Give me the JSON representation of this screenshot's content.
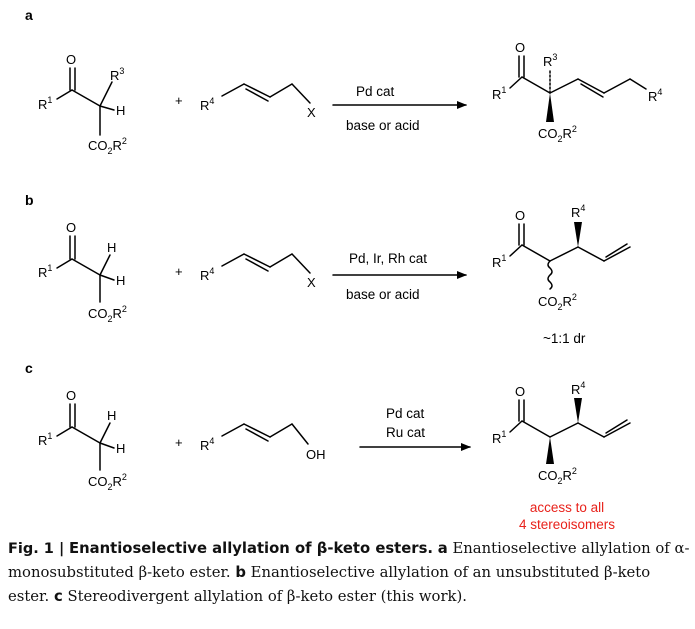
{
  "panels": {
    "a": {
      "label": "a",
      "reagent_leaving_group": "X",
      "conditions_top": "Pd cat",
      "conditions_bottom": "base or acid"
    },
    "b": {
      "label": "b",
      "reagent_leaving_group": "X",
      "conditions_top": "Pd, Ir, Rh cat",
      "conditions_bottom": "base or acid",
      "note": "~1:1 dr"
    },
    "c": {
      "label": "c",
      "reagent_leaving_group": "OH",
      "conditions_top": "Pd cat",
      "conditions_middle": "Ru cat",
      "note_line1": "access to all",
      "note_line2": "4 stereoisomers"
    }
  },
  "atoms": {
    "O": "O",
    "H": "H",
    "R1": "R",
    "R1_sup": "1",
    "R3": "R",
    "R3_sup": "3",
    "R4": "R",
    "R4_sup": "4",
    "plus": "+",
    "ester_prefix": "CO",
    "ester_sub": "2",
    "ester_R": "R",
    "ester_sup": "2"
  },
  "caption": {
    "fig_label": "Fig. 1 |",
    "title": "Enantioselective allylation of β-keto esters.",
    "a_label": "a",
    "a_text": "Enantioselective allylation of α-monosubstituted β-keto ester.",
    "b_label": "b",
    "b_text": "Enantioselective allylation of an unsubstituted β-keto ester.",
    "c_label": "c",
    "c_text": "Stereodivergent allylation of β-keto ester (this work)."
  },
  "colors": {
    "highlight": "#e8221b"
  }
}
